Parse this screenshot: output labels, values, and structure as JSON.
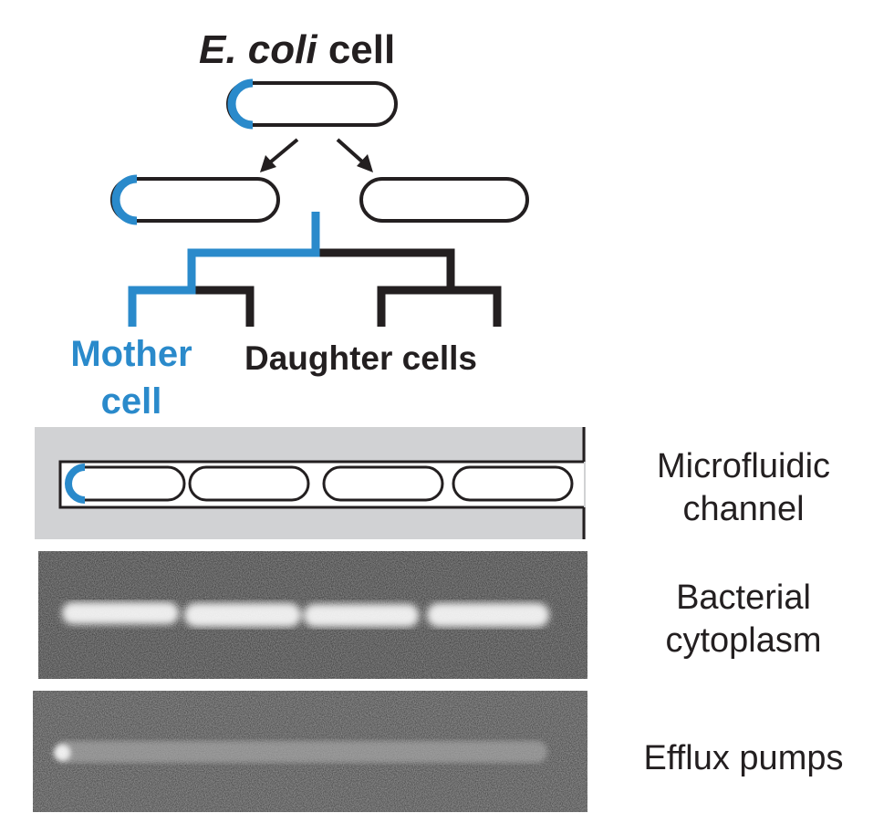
{
  "title": {
    "italic": "E. coli",
    "normal": "cell"
  },
  "lineage": {
    "mother_label_line1": "Mother",
    "mother_label_line2": "cell",
    "daughter_label": "Daughter cells"
  },
  "rows": [
    {
      "line1": "Microfluidic",
      "line2": "channel"
    },
    {
      "line1": "Bacterial",
      "line2": "cytoplasm"
    },
    {
      "line1": "Efflux pumps",
      "line2": ""
    }
  ],
  "colors": {
    "mother": "#2a8acb",
    "daughter": "#231f20",
    "channel_fill": "#d1d2d4",
    "micrograph_bg": "#2a2a2a"
  }
}
